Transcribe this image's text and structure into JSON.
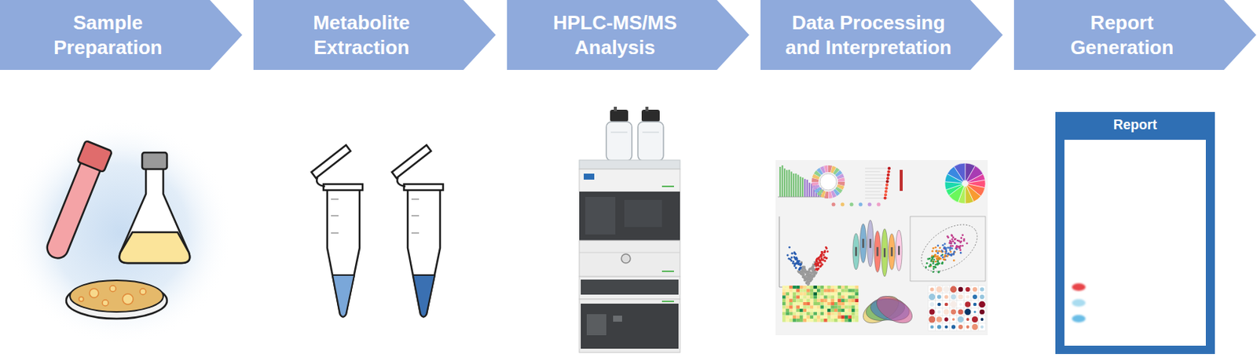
{
  "diagram": {
    "nodes": [
      {
        "text": [
          "Sample Preparation"
        ]
      },
      {
        "text": [
          "Metabolite Extraction"
        ]
      },
      {
        "text": [
          "HPLC-MS/MS Analysis"
        ]
      },
      {
        "text": [
          "Data Processing and Interpretation"
        ]
      },
      {
        "text": [
          "Report Generation"
        ]
      },
      {
        "text": [
          "Report"
        ]
      }
    ]
  }
}
